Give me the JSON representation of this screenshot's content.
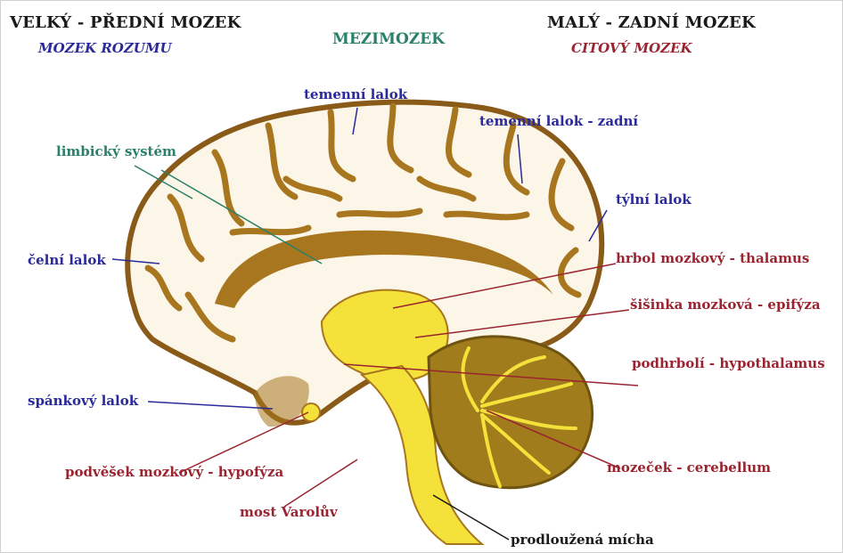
{
  "header": {
    "left_title": "VELKÝ - PŘEDNÍ MOZEK",
    "left_subtitle": "MOZEK ROZUMU",
    "center_title": "MEZIMOZEK",
    "right_title": "MALÝ - ZADNÍ MOZEK",
    "right_subtitle": "CITOVÝ MOZEK"
  },
  "labels": {
    "temenni_lalok": "temenní lalok",
    "temenni_lalok_zadni": "temenní lalok - zadní",
    "limbicky_system": "limbický systém",
    "tylni_lalok": "týlní lalok",
    "celni_lalok": "čelní lalok",
    "thalamus": "hrbol mozkový - thalamus",
    "epifyza": "šišinka mozková - epifýza",
    "hypothalamus": "podhrbolí - hypothalamus",
    "spankovy_lalok": "spánkový lalok",
    "hypofyza": "podvěšek mozkový - hypofýza",
    "most": "most Varolův",
    "mozecek": "mozeček - cerebellum",
    "micha": "prodloužená mícha"
  },
  "colors": {
    "cortex_fill": "#fbf6e8",
    "cortex_stroke": "#8a5a18",
    "brown": "#a8761e",
    "brainstem": "#f4e23a",
    "cerebellum": "#a07c1c",
    "blue_text": "#2a2a9a",
    "red_text": "#9a2430",
    "green_text": "#2a8068"
  }
}
